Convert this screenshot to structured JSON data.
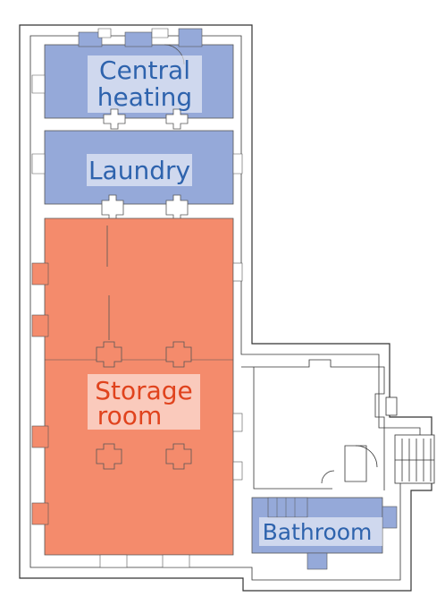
{
  "rooms": {
    "central_heating": {
      "line1": "Central",
      "line2": "heating"
    },
    "laundry": {
      "label": "Laundry"
    },
    "storage_room": {
      "line1": "Storage",
      "line2": "room"
    },
    "bathroom": {
      "label": "Bathroom"
    }
  },
  "colors": {
    "utility_fill": "#95a9d9",
    "storage_fill": "#f48b6c",
    "utility_label": "#2e63ad",
    "storage_label": "#e0431d",
    "wall": "#333333"
  }
}
